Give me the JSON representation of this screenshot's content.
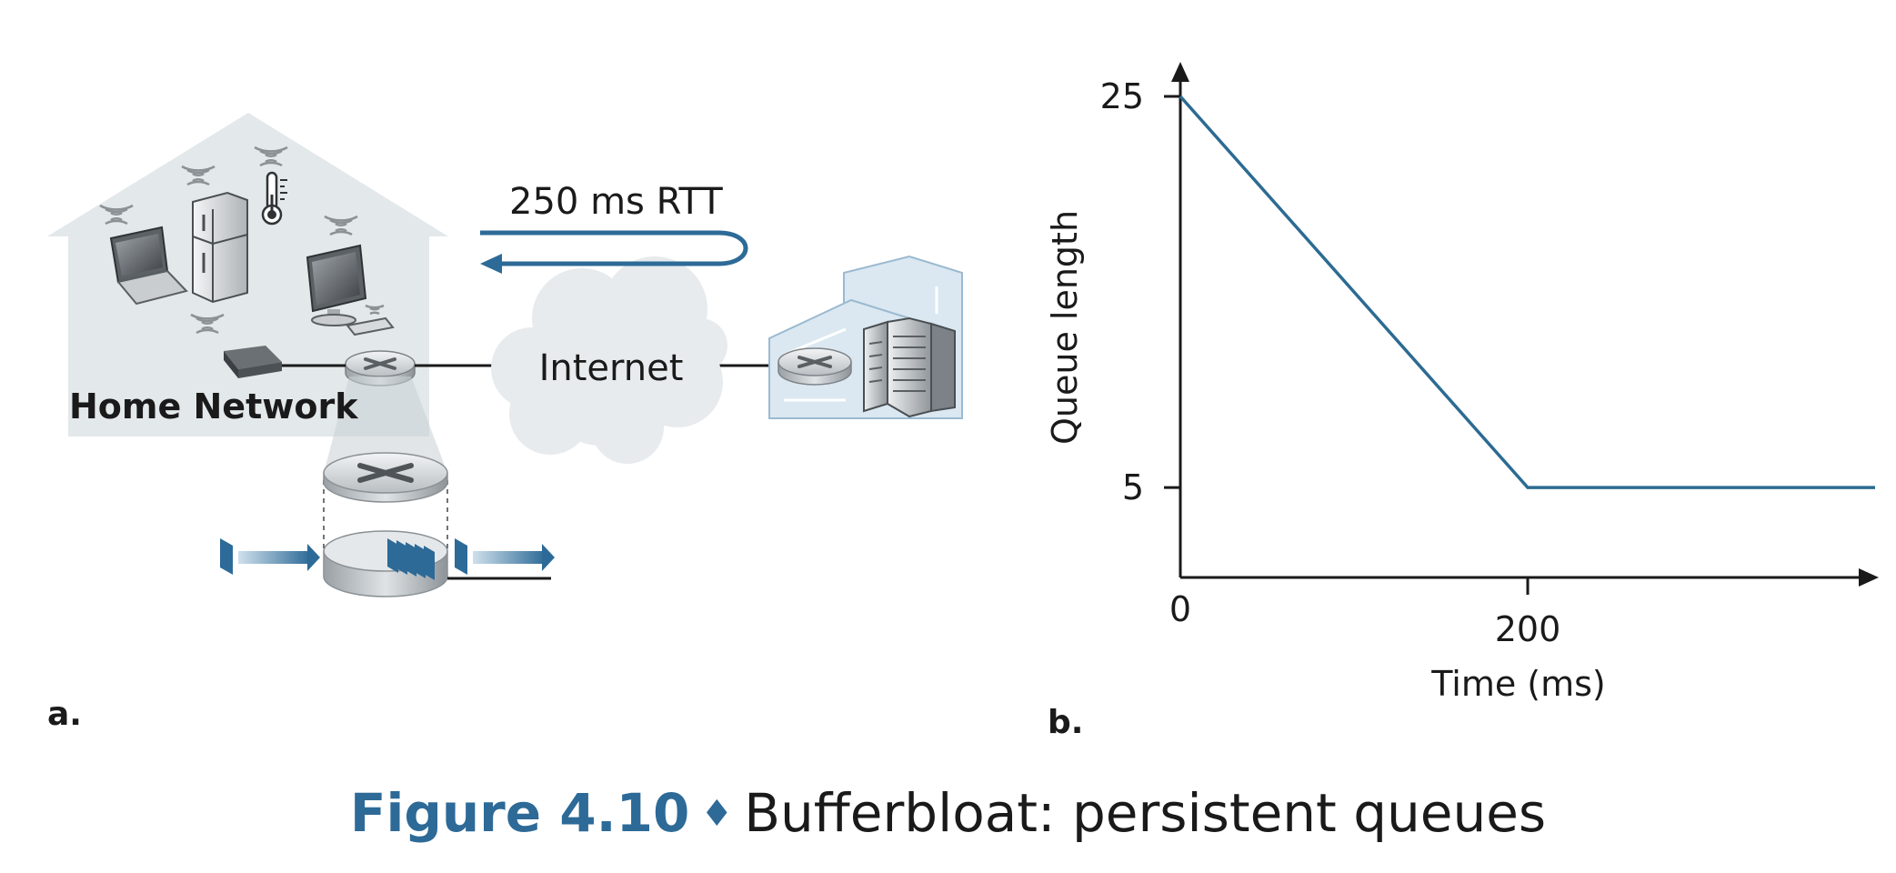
{
  "panel_a": {
    "label": "a.",
    "home_network_label": "Home Network",
    "rtt_label": "250 ms RTT",
    "internet_label": "Internet"
  },
  "panel_b": {
    "label": "b."
  },
  "chart_data": {
    "type": "line",
    "xlabel": "Time (ms)",
    "ylabel": "Queue length",
    "x_ticks": [
      0,
      200
    ],
    "y_ticks": [
      5,
      25
    ],
    "xlim": [
      0,
      400
    ],
    "ylim": [
      0.4,
      25
    ],
    "grid": false,
    "series": [
      {
        "x": [
          0,
          200,
          400
        ],
        "y": [
          25,
          5,
          5
        ]
      }
    ]
  },
  "caption": {
    "number": "Figure 4.10",
    "separator": "♦",
    "text": "Bufferbloat: persistent queues"
  },
  "colors": {
    "accent": "#2d6a97",
    "line": "#2c6b91",
    "house": "#e3e8ea",
    "cloud": "#e7ebed"
  }
}
